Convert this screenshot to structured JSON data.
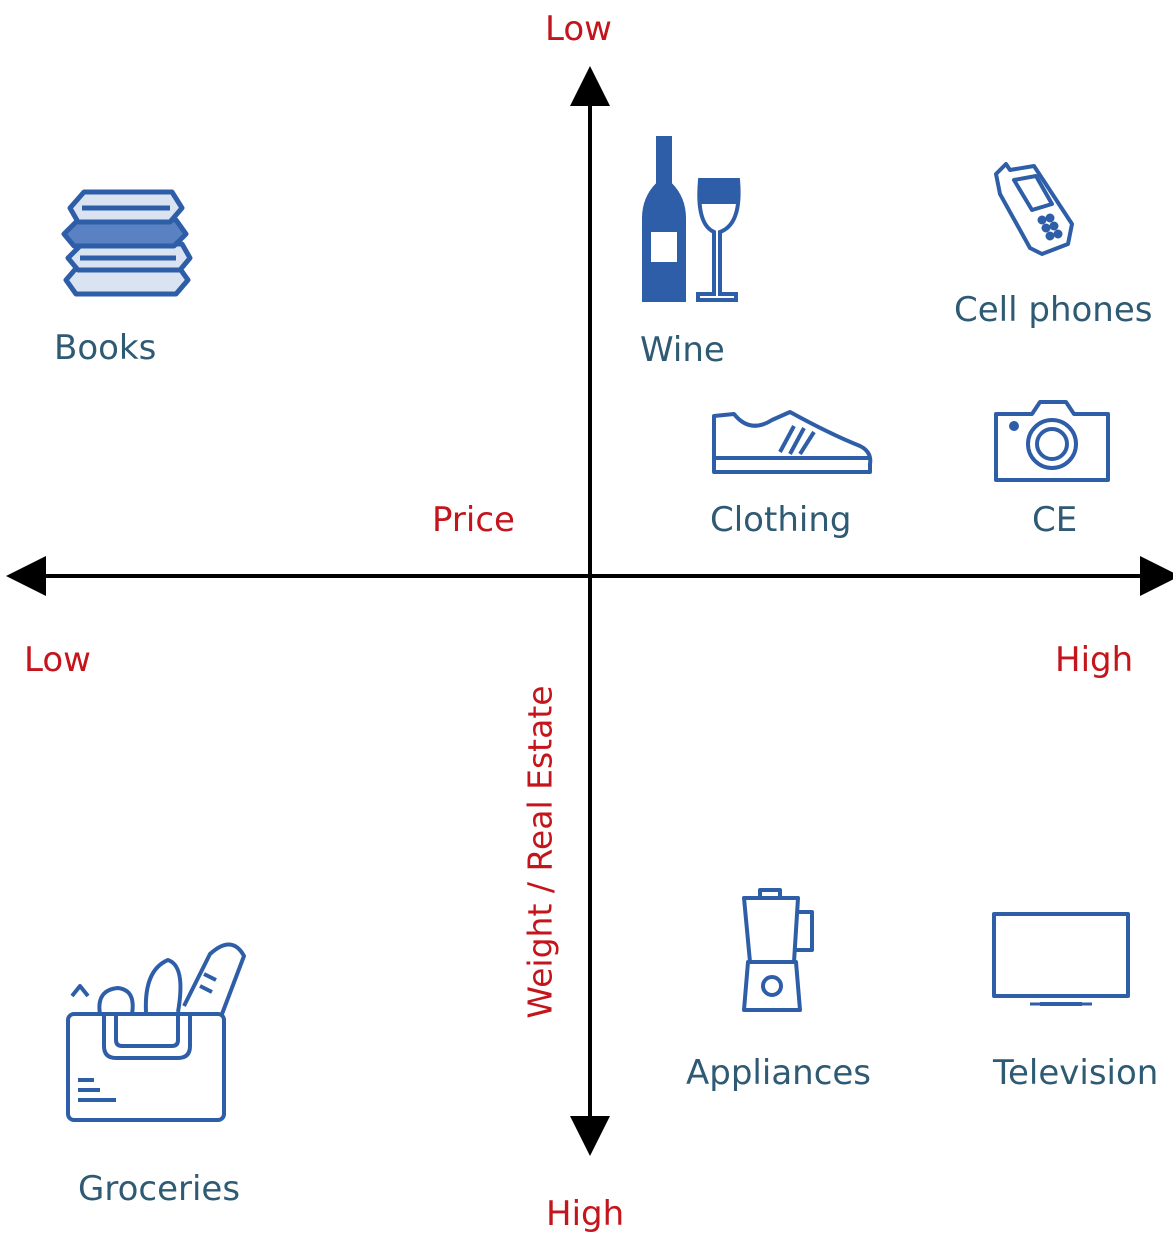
{
  "axes": {
    "x_title": "Price",
    "x_low": "Low",
    "x_high": "High",
    "y_title": "Weight / Real Estate",
    "y_top": "Low",
    "y_bottom": "High"
  },
  "colors": {
    "axis_text": "#c4141c",
    "item_text": "#2f5a73",
    "icon": "#2f5ea8",
    "axis_line": "#000000"
  },
  "items": [
    {
      "label": "Books",
      "icon": "books-icon",
      "price": "low",
      "weight": "low"
    },
    {
      "label": "Wine",
      "icon": "wine-icon",
      "price": "high",
      "weight": "low"
    },
    {
      "label": "Cell phones",
      "icon": "cell-phone-icon",
      "price": "high",
      "weight": "low"
    },
    {
      "label": "Clothing",
      "icon": "shoe-icon",
      "price": "high",
      "weight": "low"
    },
    {
      "label": "CE",
      "icon": "camera-icon",
      "price": "high",
      "weight": "low"
    },
    {
      "label": "Groceries",
      "icon": "grocery-bag-icon",
      "price": "low",
      "weight": "high"
    },
    {
      "label": "Appliances",
      "icon": "blender-icon",
      "price": "high",
      "weight": "high"
    },
    {
      "label": "Television",
      "icon": "television-icon",
      "price": "high",
      "weight": "high"
    }
  ]
}
